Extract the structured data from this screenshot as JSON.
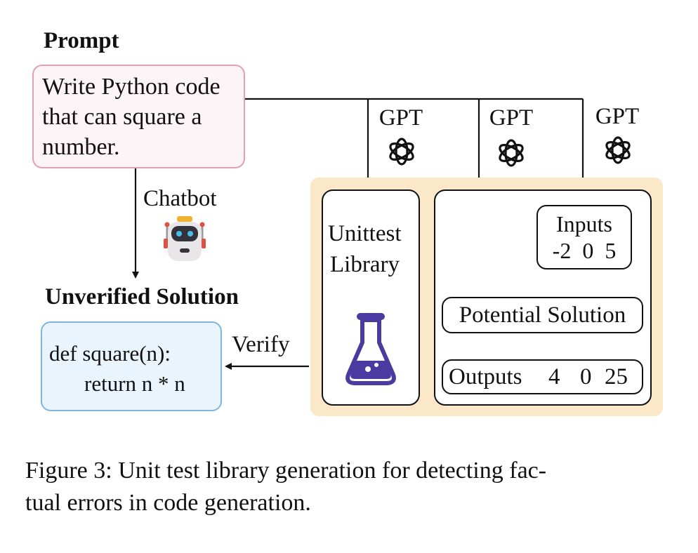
{
  "prompt": {
    "header": "Prompt",
    "lines": [
      "Write Python code",
      "that can square a",
      "number."
    ]
  },
  "chatbot": {
    "label": "Chatbot"
  },
  "solution": {
    "header": "Unverified Solution",
    "lines": [
      "def square(n):",
      "return n * n"
    ]
  },
  "verify": {
    "label": "Verify"
  },
  "gpt": {
    "labels": [
      "GPT",
      "GPT",
      "GPT"
    ]
  },
  "library": {
    "lines": [
      "Unittest",
      "Library"
    ]
  },
  "inputs": {
    "title": "Inputs",
    "values": [
      "-2",
      "0",
      "5"
    ]
  },
  "potential": {
    "label": "Potential Solution"
  },
  "outputs": {
    "label": "Outputs",
    "values": [
      "4",
      "0",
      "25"
    ]
  },
  "caption": {
    "lines": [
      "Figure 3: Unit test library generation for detecting fac-",
      "tual errors in code generation."
    ]
  },
  "colors": {
    "prompt_border": "#e2a0b4",
    "solution_border": "#7fb6e0",
    "panel_fill": "#fbe8c8",
    "flask": "#4b3aa0"
  },
  "icons": [
    "openai-logo-icon",
    "robot-icon",
    "flask-icon"
  ]
}
